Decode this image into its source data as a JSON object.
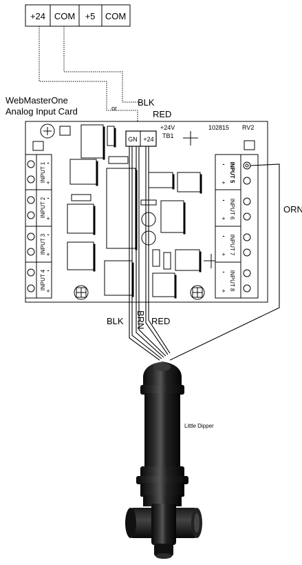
{
  "power_terminal": {
    "t1": "+24",
    "t2": "COM",
    "t3": "+5",
    "t4": "COM"
  },
  "card": {
    "name_line1": "WebMasterOne",
    "name_line2": "Analog Input Card",
    "part_number": "102815",
    "revision": "RV2",
    "tb1_voltage": "+24V",
    "tb1_name": "TB1",
    "tb1_pin_gn": "GN",
    "tb1_pin_24": "+24"
  },
  "inputs_left": [
    {
      "label": "INPUT 1",
      "minus": "-",
      "plus": "+"
    },
    {
      "label": "INPUT 2",
      "minus": "-",
      "plus": "+"
    },
    {
      "label": "INPUT 3",
      "minus": "-",
      "plus": "+"
    },
    {
      "label": "INPUT 4",
      "minus": "-",
      "plus": "+"
    }
  ],
  "inputs_right": [
    {
      "label": "INPUT 5",
      "minus": "-",
      "plus": "+"
    },
    {
      "label": "INPUT 6",
      "minus": "-",
      "plus": "+"
    },
    {
      "label": "INPUT 7",
      "minus": "-",
      "plus": "+"
    },
    {
      "label": "INPUT 8",
      "minus": "-",
      "plus": "+"
    }
  ],
  "wires": {
    "blk_top": "BLK",
    "or_text": "or",
    "red_top": "RED",
    "orn": "ORN",
    "blk_bottom": "BLK",
    "brn_bottom": "BRN",
    "red_bottom": "RED"
  },
  "sensor": {
    "name": "Little Dipper"
  }
}
